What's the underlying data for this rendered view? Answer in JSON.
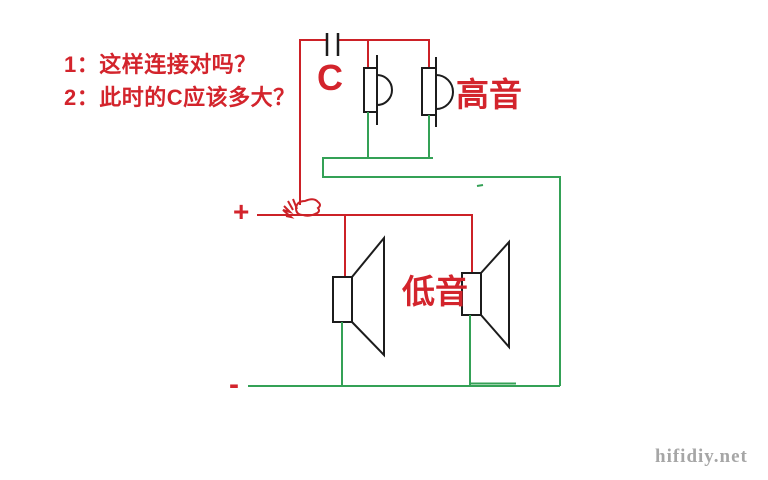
{
  "colors": {
    "background": "#ffffff",
    "wire_red": "#cc2127",
    "wire_green": "#34a156",
    "component_stroke": "#1c1c1c",
    "label_red": "#d3242c",
    "watermark_gray": "#a6a6a6"
  },
  "questions": {
    "line1": "1：这样连接对吗？",
    "line2": "2：此时的C应该多大？"
  },
  "labels": {
    "capacitor": "C",
    "tweeter": "高音",
    "woofer": "低音",
    "positive": "+",
    "negative": "-"
  },
  "watermark": "hifidiy.net"
}
